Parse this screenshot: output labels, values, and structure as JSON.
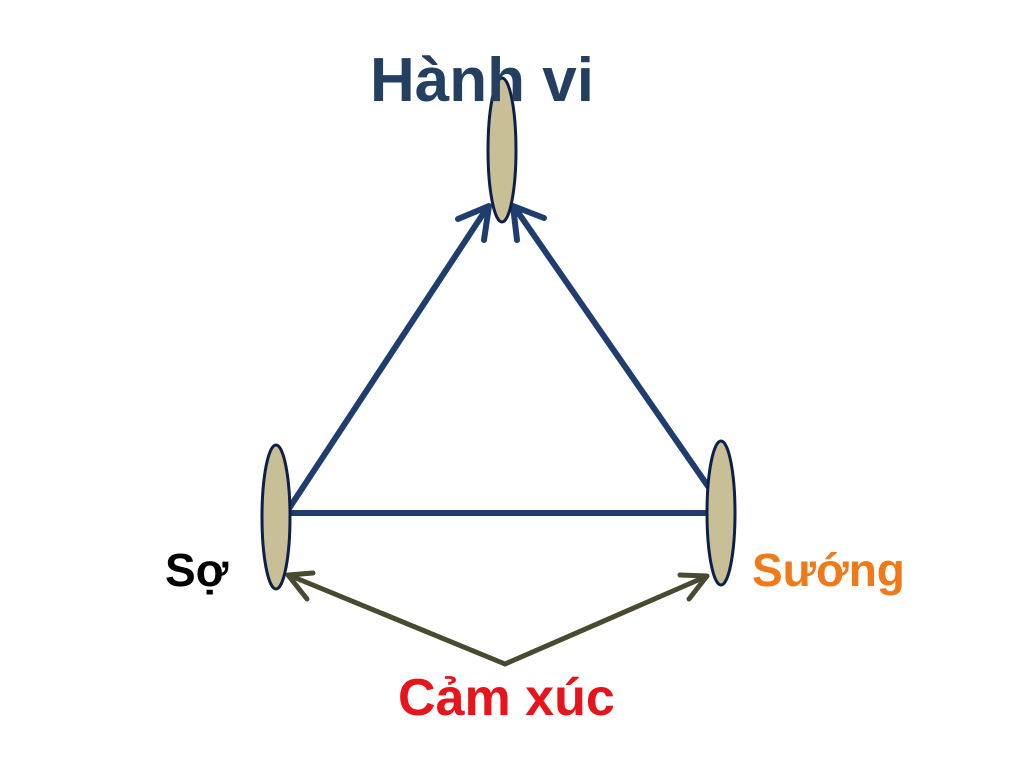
{
  "diagram": {
    "title": "Hành vi",
    "left_label": "Sợ",
    "right_label": "Sướng",
    "bottom_label": "Cảm xúc"
  },
  "colors": {
    "title": "#243f60",
    "left_label": "#000000",
    "right_label": "#f07a1a",
    "bottom_label": "#e8141b",
    "triangle_stroke": "#1f3d6e",
    "bottom_arrows_stroke": "#4a4a30",
    "node_fill": "#c8bf97",
    "node_stroke": "#0d1f4a"
  }
}
